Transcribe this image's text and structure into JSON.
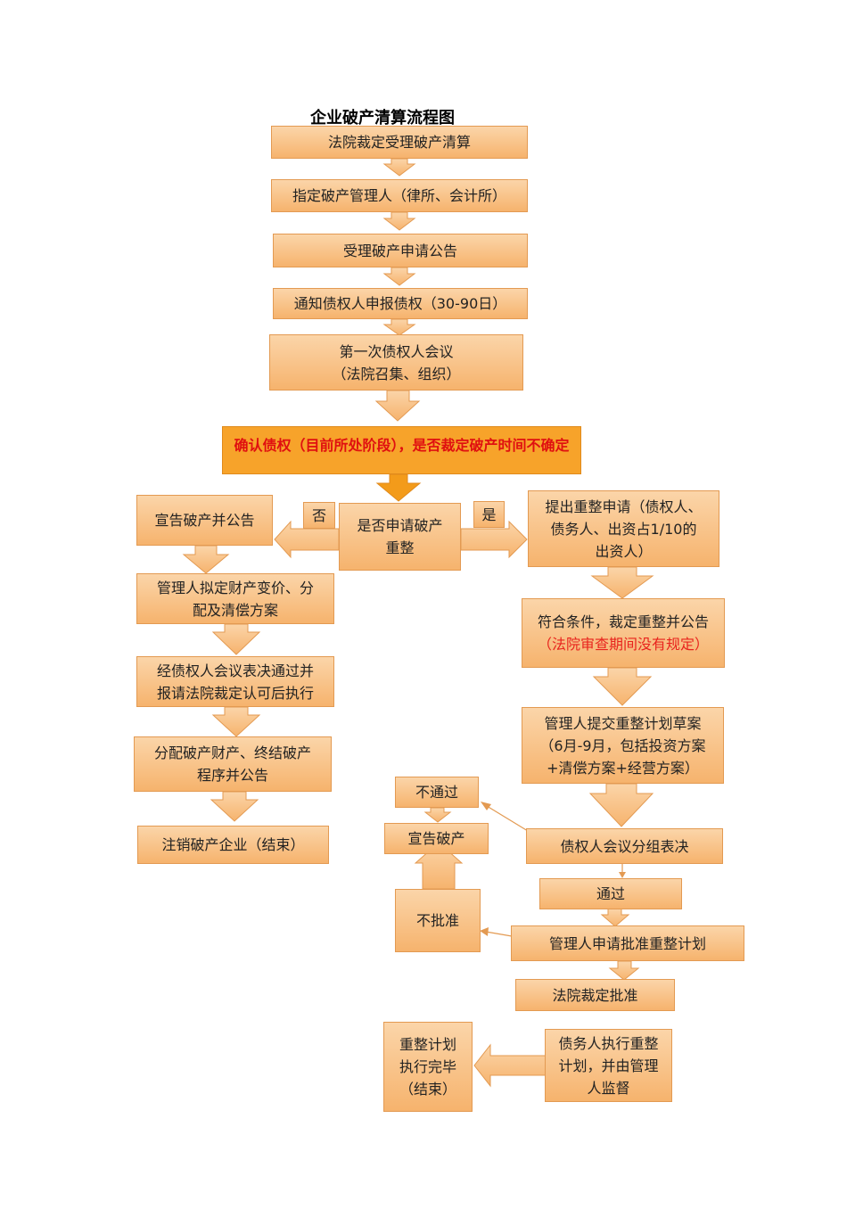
{
  "title": "企业破产清算流程图",
  "colors": {
    "box_fill": "#f8c48d",
    "box_border": "#e39a52",
    "arrow_fill": "#f9c68f",
    "highlight_fill": "#f7a32a",
    "highlight_text": "#e01010",
    "note_text": "#e8231d"
  },
  "main_flow": [
    "法院裁定受理破产清算",
    "指定破产管理人（律所、会计所）",
    "受理破产申请公告",
    "通知债权人申报债权（30-90日）",
    [
      "第一次债权人会议",
      "（法院召集、组织）"
    ]
  ],
  "highlight": "确认债权（目前所处阶段），是否裁定破产时间不确定",
  "decision": {
    "text": [
      "是否申请破产",
      "重整"
    ],
    "no": "否",
    "yes": "是"
  },
  "left_branch": [
    "宣告破产并公告",
    [
      "管理人拟定财产变价、分",
      "配及清偿方案"
    ],
    [
      "经债权人会议表决通过并",
      "报请法院裁定认可后执行"
    ],
    [
      "分配破产财产、终结破产",
      "程序并公告"
    ],
    "注销破产企业（结束）"
  ],
  "right_branch": {
    "apply": [
      "提出重整申请（债权人、",
      "债务人、出资占1/10的",
      "出资人）"
    ],
    "ruling": "符合条件，裁定重整并公告",
    "ruling_note": "（法院审查期间没有规定）",
    "plan": [
      "管理人提交重整计划草案",
      "（6月-9月，包括投资方案",
      "+清偿方案+经营方案）"
    ],
    "vote": "债权人会议分组表决",
    "fail": "不通过",
    "declare": "宣告破产",
    "pass": "通过",
    "request": "管理人申请批准重整计划",
    "reject": "不批准",
    "approve": "法院裁定批准",
    "execute": [
      "债务人执行重整",
      "计划，并由管理",
      "人监督"
    ],
    "done": [
      "重整计划",
      "执行完毕",
      "（结束）"
    ]
  }
}
